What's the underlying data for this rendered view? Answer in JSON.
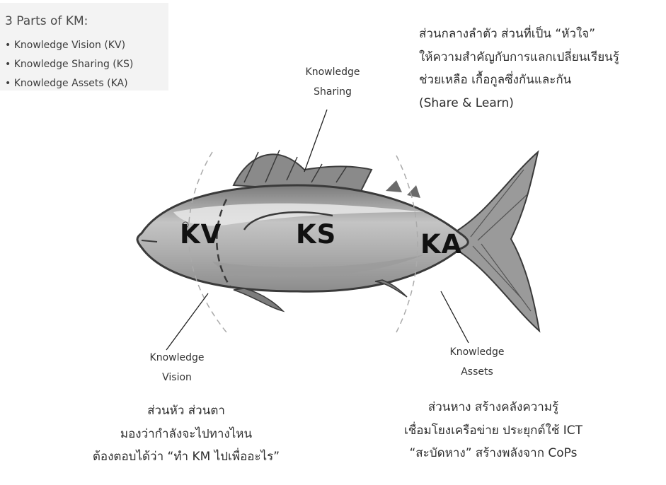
{
  "parts_box": {
    "title": "3 Parts of KM:",
    "items": [
      "• Knowledge Vision (KV)",
      "• Knowledge Sharing (KS)",
      "• Knowledge Assets (KA)"
    ]
  },
  "labels": {
    "sharing": [
      "Knowledge",
      "Sharing"
    ],
    "vision": [
      "Knowledge",
      "Vision"
    ],
    "assets": [
      "Knowledge",
      "Assets"
    ]
  },
  "regions": {
    "kv": "KV",
    "ks": "KS",
    "ka": "KA"
  },
  "descriptions": {
    "body": [
      "ส่วนกลางลำตัว ส่วนที่เป็น “หัวใจ”",
      "ให้ความสำคัญกับการแลกเปลี่ยนเรียนรู้",
      "ช่วยเหลือ เกื้อกูลซึ่งกันและกัน",
      "(Share & Learn)"
    ],
    "head": [
      "ส่วนหัว ส่วนตา",
      "มองว่ากำลังจะไปทางไหน",
      "ต้องตอบได้ว่า “ทำ KM ไปเพื่ออะไร”"
    ],
    "tail": [
      "ส่วนหาง สร้างคลังความรู้",
      "เชื่อมโยงเครือข่าย ประยุกต์ใช้ ICT",
      "“สะบัดหาง” สร้างพลังจาก CoPs"
    ]
  },
  "colors": {
    "fish_body": "#bdbdbd",
    "fish_dark": "#5f5f5f",
    "fish_light": "#e2e2e2",
    "background": "#ffffff"
  }
}
